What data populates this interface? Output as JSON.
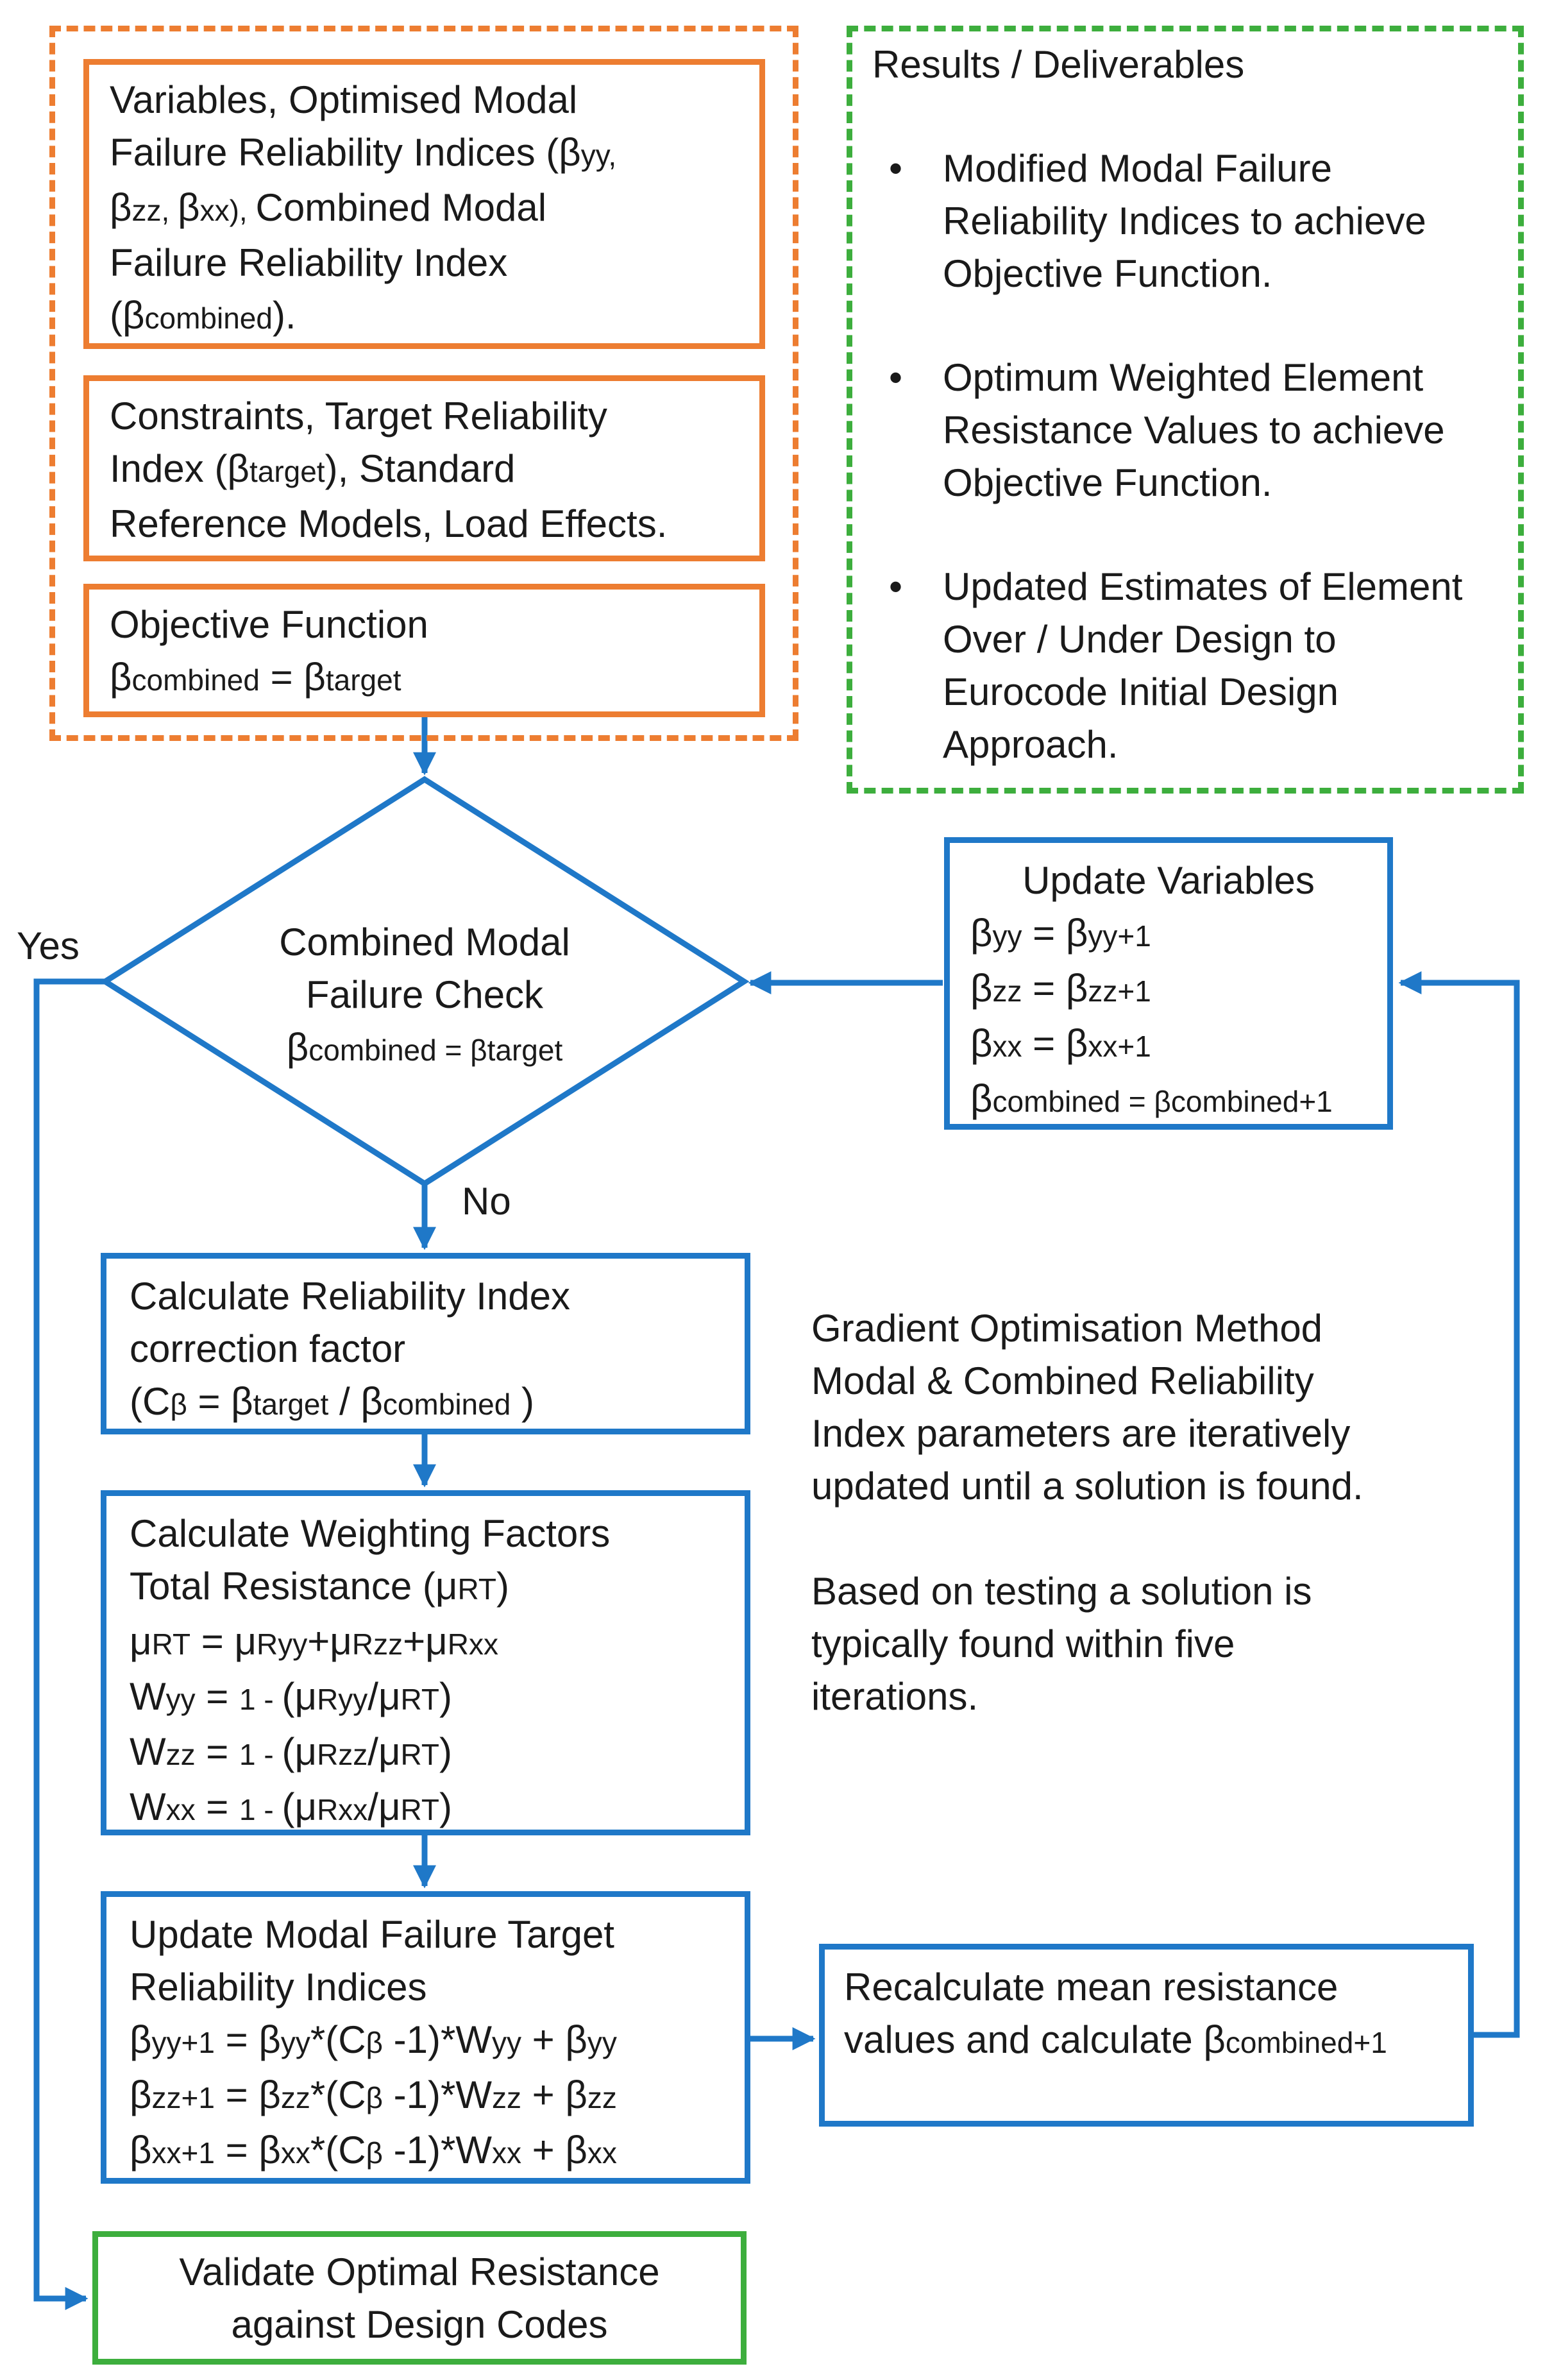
{
  "input_group": {
    "variables": {
      "l1": "Variables, Optimised Modal",
      "l2a": "Failure Reliability Indices (β",
      "l2b": "yy,",
      "l3a": "β",
      "l3b": "zz, ",
      "l3c": "β",
      "l3d": "xx), ",
      "l3e": "Combined Modal",
      "l4": "Failure Reliability Index",
      "l5a": "(β",
      "l5b": "combined",
      "l5c": ")."
    },
    "constraints": {
      "l1": "Constraints, Target Reliability",
      "l2a": "Index (β",
      "l2b": "target",
      "l2c": "), Standard",
      "l3": "Reference Models, Load Effects."
    },
    "objective": {
      "l1": "Objective Function",
      "l2a": "β",
      "l2b": "combined",
      "l2c": " = β",
      "l2d": "target"
    }
  },
  "results": {
    "title": "Results / Deliverables",
    "bullet": "•",
    "items": [
      "Modified Modal Failure Reliability Indices to achieve Objective Function.",
      "Optimum Weighted Element Resistance Values to achieve Objective Function.",
      "Updated Estimates of Element Over / Under Design to Eurocode Initial Design Approach."
    ]
  },
  "decision": {
    "l1": "Combined Modal",
    "l2": "Failure Check",
    "l3a": "β",
    "l3b": "combined",
    "l3c": " = β",
    "l3d": "target",
    "yes": "Yes",
    "no": "No"
  },
  "update_vars": {
    "title": "Update Variables",
    "r1a": "β",
    "r1b": "yy",
    "r1c": " = β",
    "r1d": "yy+1",
    "r2a": "β",
    "r2b": "zz",
    "r2c": " = β",
    "r2d": "zz+1",
    "r3a": "β",
    "r3b": "xx",
    "r3c": " = β",
    "r3d": "xx+1",
    "r4a": "β",
    "r4b": "combined",
    "r4c": " = β",
    "r4d": "combined+1"
  },
  "correction": {
    "l1": "Calculate Reliability Index",
    "l2": "correction factor",
    "l3a": "(C",
    "l3b": "β",
    "l3c": " = β",
    "l3d": "target",
    "l3e": " / β",
    "l3f": "combined",
    "l3g": " )"
  },
  "weighting": {
    "l1": "Calculate Weighting Factors",
    "l2a": "Total Resistance (μ",
    "l2b": "RT",
    "l2c": ")",
    "l3a": "μ",
    "l3b": "RT",
    "l3c": " = μ",
    "l3d": "Ryy",
    "l3e": "+μ",
    "l3f": "Rzz",
    "l3g": "+μ",
    "l3h": "Rxx",
    "l4a": "W",
    "l4b": "yy",
    "l4c": " = ",
    "l4d": "1 - ",
    "l4e": "(μ",
    "l4f": "Ryy",
    "l4g": "/μ",
    "l4h": "RT",
    "l4i": ")",
    "l5a": "W",
    "l5b": "zz",
    "l5c": " = ",
    "l5d": "1 - ",
    "l5e": "(μ",
    "l5f": "Rzz",
    "l5g": "/μ",
    "l5h": "RT",
    "l5i": ")",
    "l6a": "W",
    "l6b": "xx",
    "l6c": " = ",
    "l6d": "1 - ",
    "l6e": "(μ",
    "l6f": "Rxx",
    "l6g": "/μ",
    "l6h": "RT",
    "l6i": ")"
  },
  "update_modal": {
    "l1": "Update Modal Failure Target",
    "l2": "Reliability Indices",
    "l3a": "β",
    "l3b": "yy+1",
    "l3c": " = β",
    "l3d": "yy",
    "l3e": "*(C",
    "l3f": "β",
    "l3g": " -1)*W",
    "l3h": "yy",
    "l3i": " + β",
    "l3j": "yy",
    "l4a": "β",
    "l4b": "zz+1",
    "l4c": " = β",
    "l4d": "zz",
    "l4e": "*(C",
    "l4f": "β",
    "l4g": " -1)*W",
    "l4h": "zz",
    "l4i": " + β",
    "l4j": "zz",
    "l5a": "β",
    "l5b": "xx+1",
    "l5c": " = β",
    "l5d": "xx",
    "l5e": "*(C",
    "l5f": "β",
    "l5g": " -1)*W",
    "l5h": "xx",
    "l5i": " + β",
    "l5j": "xx"
  },
  "recalc": {
    "l1": "Recalculate mean resistance",
    "l2a": "values and calculate β",
    "l2b": "combined+1"
  },
  "validate": {
    "l1": "Validate Optimal Resistance",
    "l2": "against Design Codes"
  },
  "notes": {
    "p1": "Gradient Optimisation Method Modal & Combined Reliability Index  parameters are iteratively updated until a solution is found.",
    "p2": "Based on testing a solution is typically found within five iterations."
  },
  "colors": {
    "orange": "#ED7D31",
    "blue": "#1F78C8",
    "green": "#3DAE3D"
  }
}
